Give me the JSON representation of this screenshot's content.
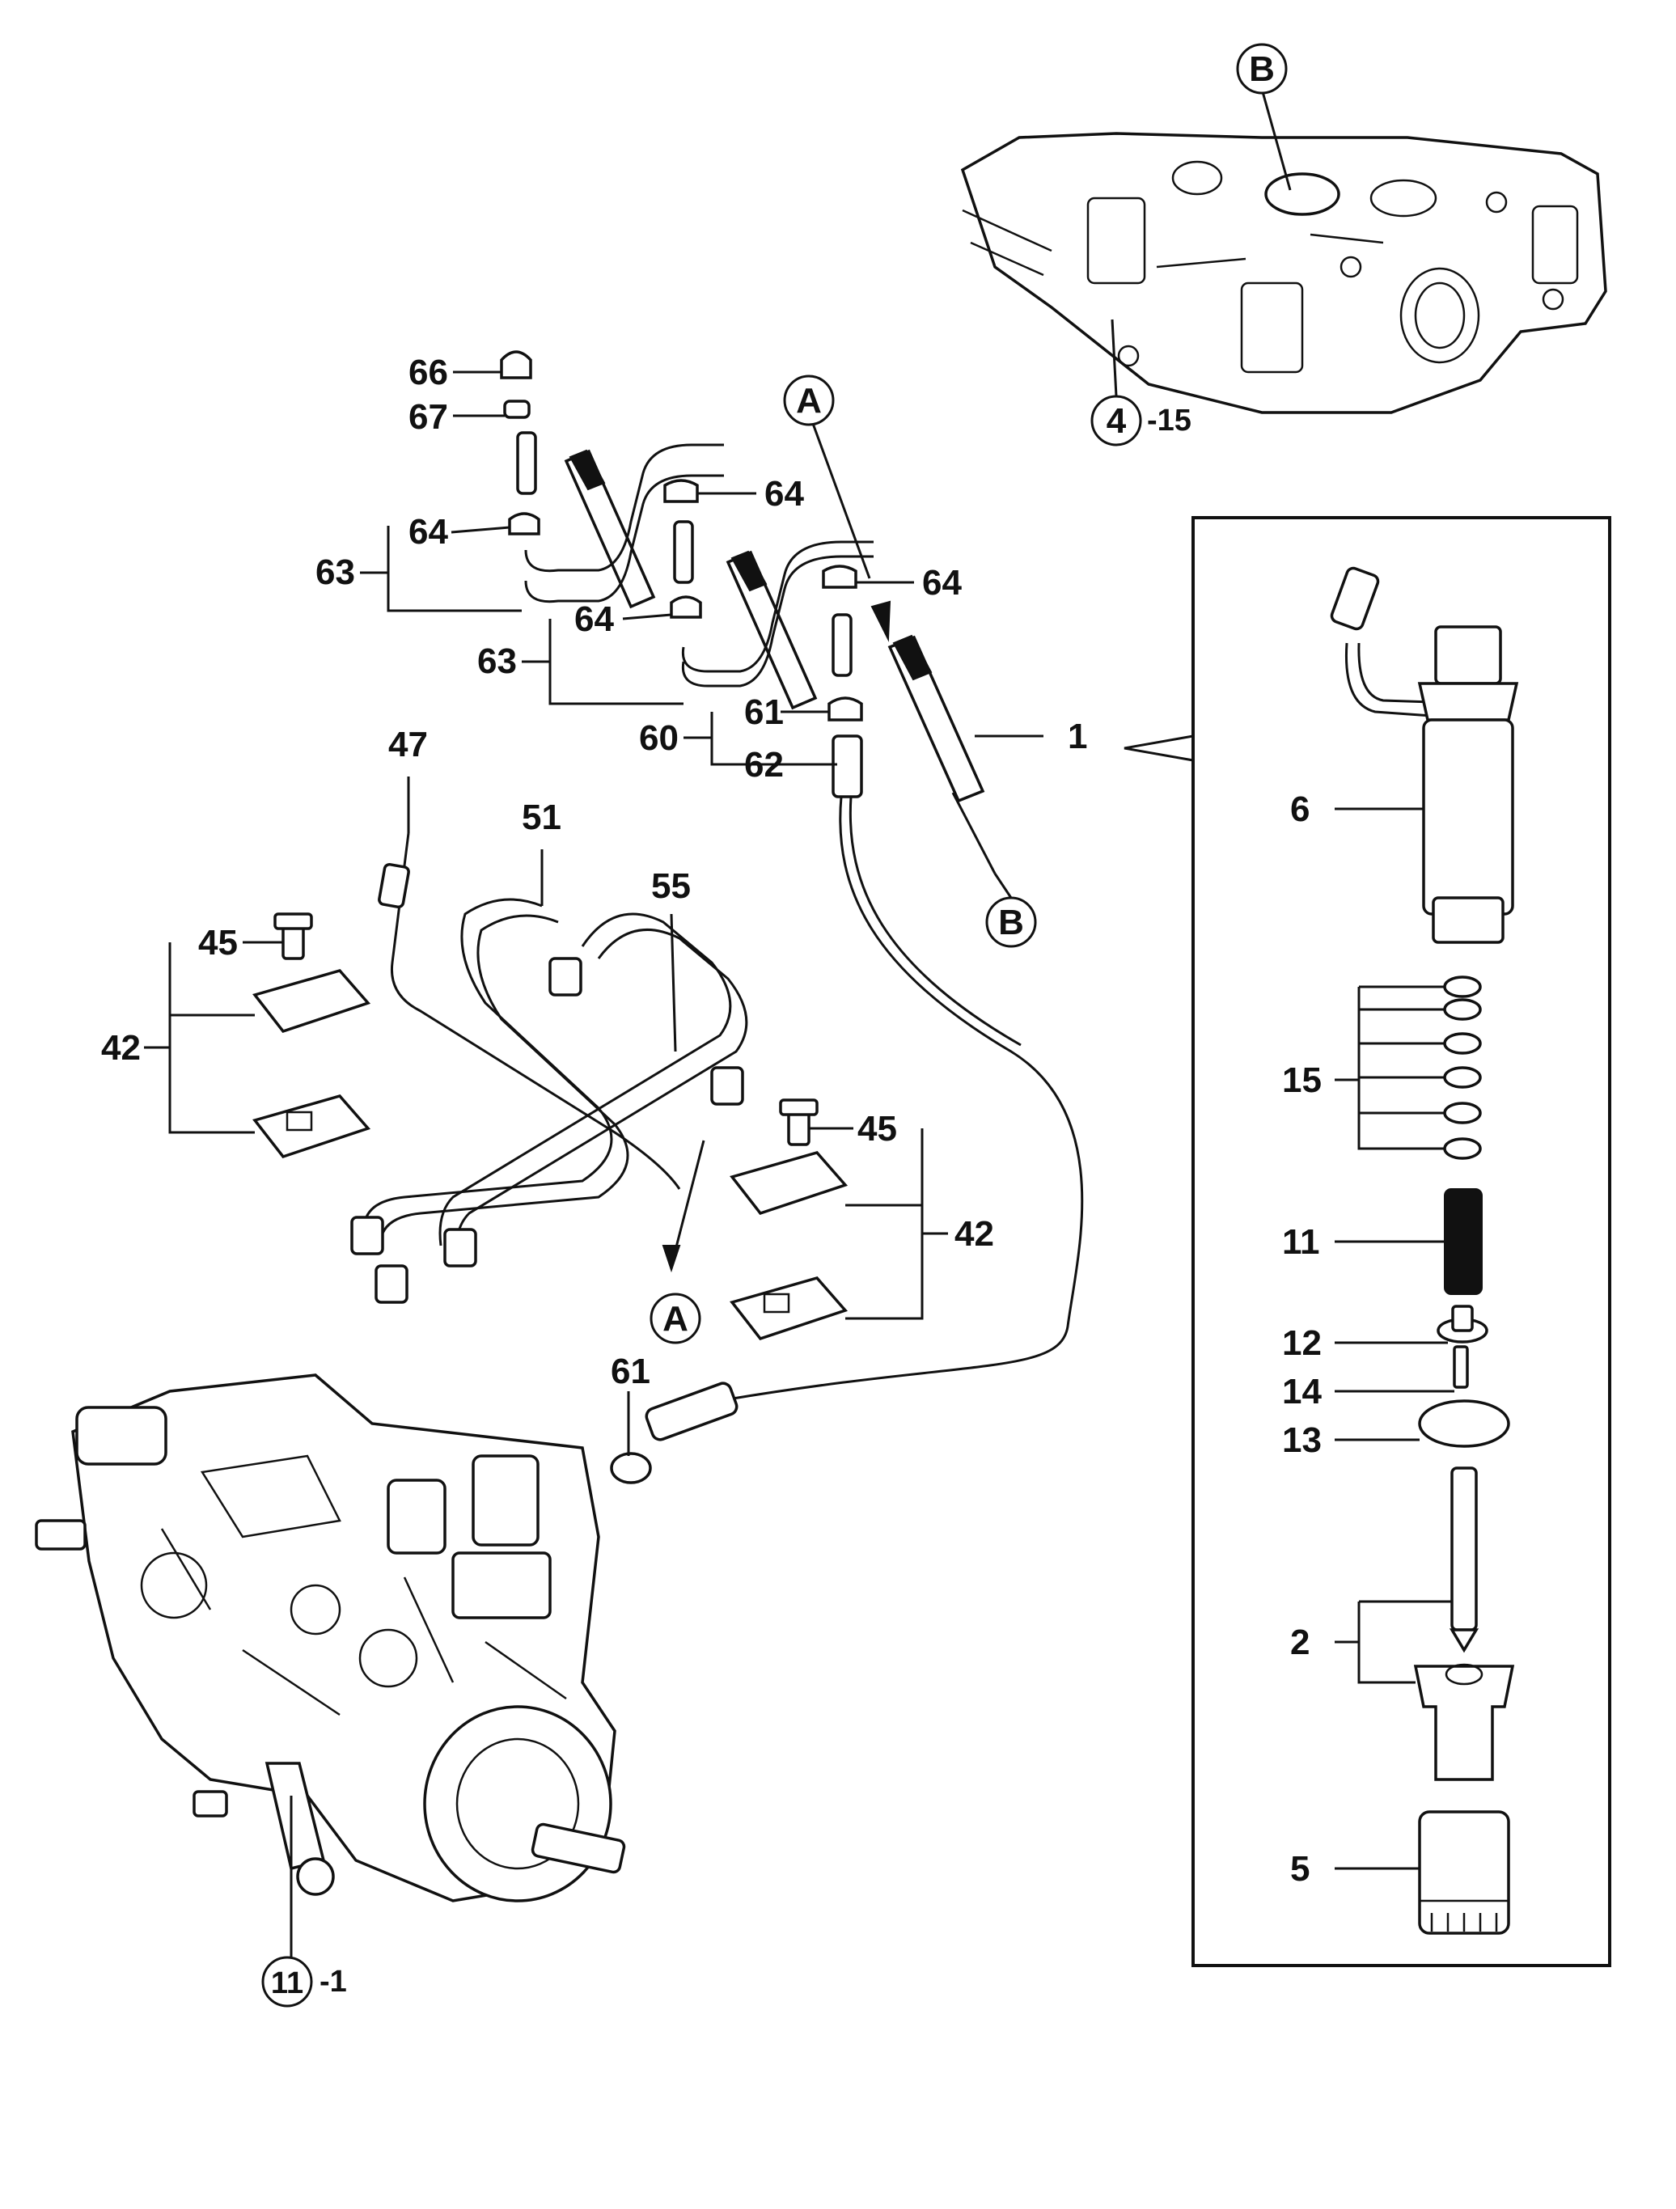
{
  "callouts": {
    "l66": "66",
    "l67": "67",
    "l64a": "64",
    "l64b": "64",
    "l64c": "64",
    "l64d": "64",
    "l63a": "63",
    "l63b": "63",
    "l61a": "61",
    "l60": "60",
    "l62": "62",
    "l1": "1",
    "l47": "47",
    "l51": "51",
    "l55": "55",
    "l45a": "45",
    "l42a": "42",
    "l45b": "45",
    "l42b": "42",
    "l61b": "61",
    "l6": "6",
    "l15": "15",
    "l11": "11",
    "l12": "12",
    "l14": "14",
    "l13": "13",
    "l2": "2",
    "l5": "5"
  },
  "refs": {
    "circA1": "A",
    "circA2": "A",
    "circB1": "B",
    "circB2": "B",
    "circ4": "4",
    "ref4suffix": "-15",
    "circ11": "11",
    "ref11suffix": "-1"
  }
}
